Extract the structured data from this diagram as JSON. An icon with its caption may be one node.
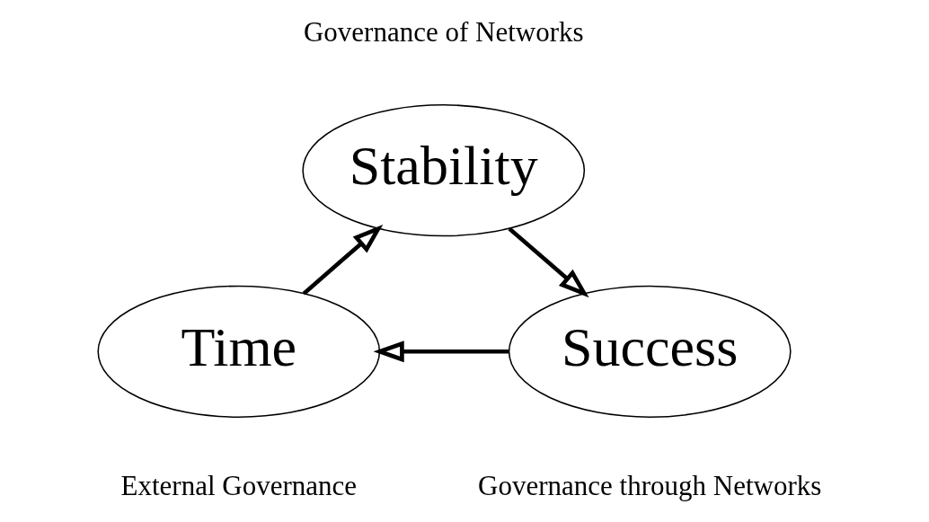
{
  "diagram": {
    "nodes": [
      {
        "text": [
          "Stability"
        ],
        "beside": [
          "Governance of Networks"
        ]
      },
      {
        "text": [
          "Success"
        ],
        "beside": [
          "Governance through Networks"
        ]
      },
      {
        "text": [
          "Time"
        ],
        "beside": [
          "External Governance"
        ]
      }
    ],
    "edges": [
      {
        "from": 2,
        "to": 0,
        "arrow": "to"
      },
      {
        "from": 0,
        "to": 1,
        "arrow": "to"
      },
      {
        "from": 1,
        "to": 2,
        "arrow": "to"
      }
    ]
  }
}
